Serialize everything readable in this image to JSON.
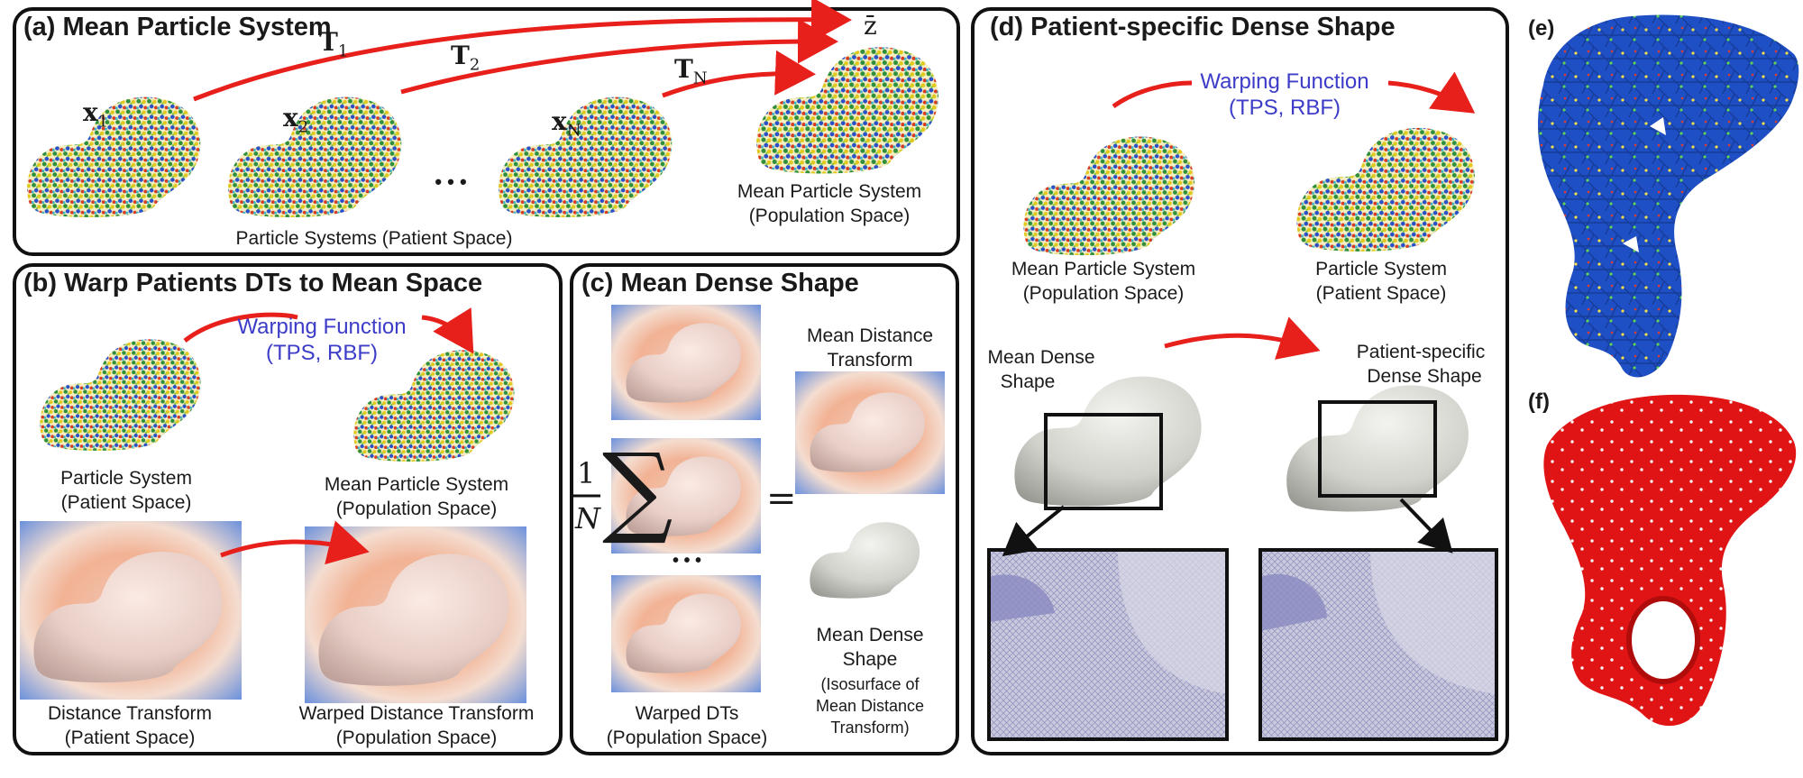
{
  "panel_a": {
    "title": "(a) Mean Particle System",
    "x1_base": "x",
    "x1_sub": "1",
    "x2_base": "x",
    "x2_sub": "2",
    "xn_base": "x",
    "xn_sub": "N",
    "t1_base": "T",
    "t1_sub": "1",
    "t2_base": "T",
    "t2_sub": "2",
    "tn_base": "T",
    "tn_sub": "N",
    "zbar": "z̄",
    "ellipsis": "• • •",
    "patient_caption": "Particle Systems (Patient Space)",
    "mean_caption_1": "Mean Particle System",
    "mean_caption_2": "(Population Space)"
  },
  "panel_b": {
    "title": "(b) Warp Patients DTs to Mean Space",
    "warp_1": "Warping Function",
    "warp_2": "(TPS, RBF)",
    "ps_1": "Particle System",
    "ps_2": "(Patient Space)",
    "mps_1": "Mean Particle System",
    "mps_2": "(Population Space)",
    "dt_1": "Distance Transform",
    "dt_2": "(Patient Space)",
    "wdt_1": "Warped Distance Transform",
    "wdt_2": "(Population Space)"
  },
  "panel_c": {
    "title": "(c) Mean Dense Shape",
    "frac_num": "1",
    "frac_den": "N",
    "sigma": "∑",
    "equals": "=",
    "ellipsis": "• • •",
    "mdt_1": "Mean Distance",
    "mdt_2": "Transform",
    "mds_1": "Mean Dense",
    "mds_2": "Shape",
    "iso_1": "(Isosurface of",
    "iso_2": "Mean Distance",
    "iso_3": "Transform)",
    "wdts_1": "Warped DTs",
    "wdts_2": "(Population Space)"
  },
  "panel_d": {
    "title": "(d) Patient-specific Dense Shape",
    "warp_1": "Warping Function",
    "warp_2": "(TPS, RBF)",
    "mps_1": "Mean Particle System",
    "mps_2": "(Population Space)",
    "ps_1": "Particle System",
    "ps_2": "(Patient Space)",
    "mds_1": "Mean Dense",
    "mds_2": "Shape",
    "pds_1": "Patient-specific",
    "pds_2": "Dense Shape"
  },
  "panel_e": {
    "label": "(e)"
  },
  "panel_f": {
    "label": "(f)"
  },
  "colors": {
    "arrow": "#e8201c",
    "warp_text": "#3c3cc8",
    "pelvis_blue": "#1f4fc4",
    "pelvis_red": "#e01414",
    "bone": "#ead3cd",
    "dense_shape": "#d6d6d0",
    "mesh": "#a6a6cf"
  }
}
